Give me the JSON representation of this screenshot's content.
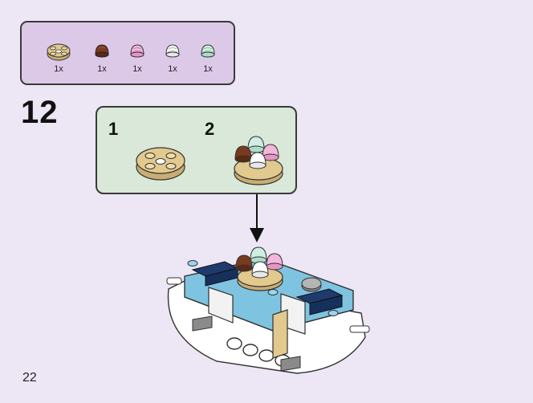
{
  "parts_list": [
    {
      "icon": "tan-round-plate-icon",
      "qty": "1x"
    },
    {
      "icon": "brown-cupcake-top-icon",
      "qty": "1x"
    },
    {
      "icon": "pink-cupcake-top-icon",
      "qty": "1x"
    },
    {
      "icon": "white-cupcake-top-icon",
      "qty": "1x"
    },
    {
      "icon": "mint-cupcake-top-icon",
      "qty": "1x"
    }
  ],
  "step": {
    "number": "12",
    "sub_steps": [
      {
        "label": "1"
      },
      {
        "label": "2"
      }
    ]
  },
  "page_number": "22",
  "colors": {
    "page_bg": "#ede6f4",
    "parts_bg": "#dcc9e8",
    "substep_bg": "#d9e8d8",
    "tan": "#e2c98e",
    "brown": "#7a3a1e",
    "pink": "#f3b6dc",
    "white": "#ffffff",
    "mint": "#cdeee0",
    "light_blue": "#7ec4e0",
    "dark_blue": "#1e3a6e"
  }
}
